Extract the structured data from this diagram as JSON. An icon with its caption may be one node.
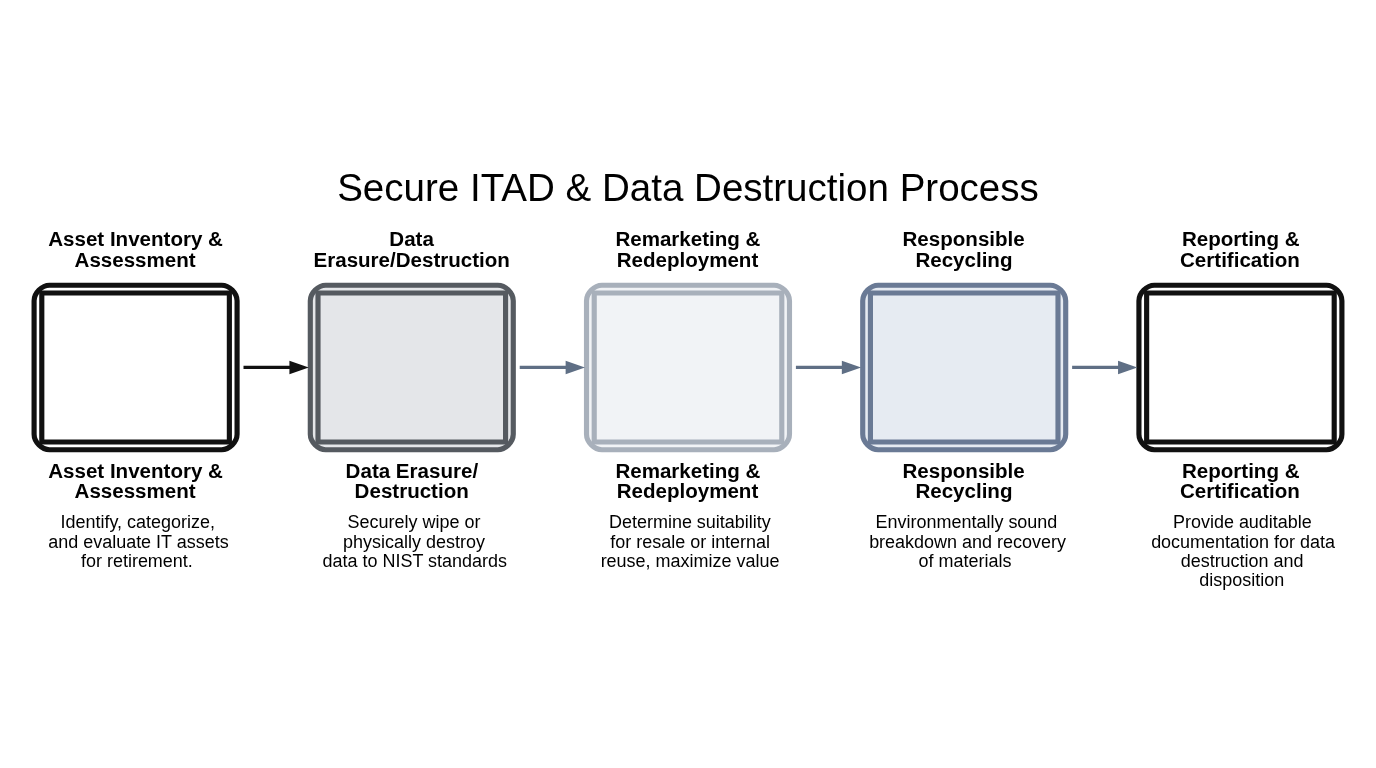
{
  "diagram": {
    "title": "Secure ITAD & Data Destruction Process",
    "nodes": [
      {
        "text": [
          "Asset Inventory & Assessment",
          "Asset Inventory & Assessment",
          "Identify, categorize, and evaluate IT assets for retirement."
        ]
      },
      {
        "text": [
          "Data Erasure/Destruction",
          "Data Erasure/ Destruction",
          "Securely wipe or physically destroy data to NIST standards"
        ]
      },
      {
        "text": [
          "Remarketing & Redeployment",
          "Remarketing & Redeployment",
          "Determine suitability for resale or internal reuse, maximize value"
        ]
      },
      {
        "text": [
          "Responsible Recycling",
          "Responsible Recycling",
          "Environmentally sound breakdown and recovery of materials"
        ]
      },
      {
        "text": [
          "Reporting & Certification",
          "Reporting & Certification",
          "Provide auditable documentation for data destruction and disposition"
        ]
      }
    ],
    "edges": [
      {
        "from": 0,
        "to": 1,
        "arrow": "to",
        "color": "#111111"
      },
      {
        "from": 1,
        "to": 2,
        "arrow": "to"
      },
      {
        "from": 2,
        "to": 3,
        "arrow": "to"
      },
      {
        "from": 3,
        "to": 4,
        "arrow": "to"
      }
    ]
  }
}
